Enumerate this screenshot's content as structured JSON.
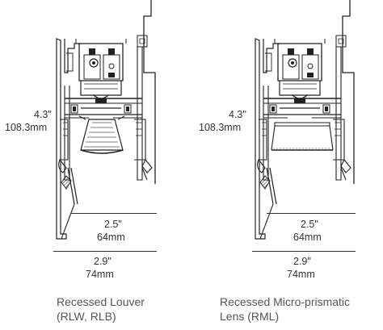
{
  "diagrams": [
    {
      "height_in": "4.3\"",
      "height_mm": "108.3mm",
      "width1_in": "2.5\"",
      "width1_mm": "64mm",
      "width2_in": "2.9\"",
      "width2_mm": "74mm",
      "caption_line1": "Recessed Louver",
      "caption_line2": "(RLW, RLB)"
    },
    {
      "height_in": "4.3\"",
      "height_mm": "108.3mm",
      "width1_in": "2.5\"",
      "width1_mm": "64mm",
      "width2_in": "2.9\"",
      "width2_mm": "74mm",
      "caption_line1": "Recessed Micro-prismatic",
      "caption_line2": "Lens (RML)"
    }
  ]
}
